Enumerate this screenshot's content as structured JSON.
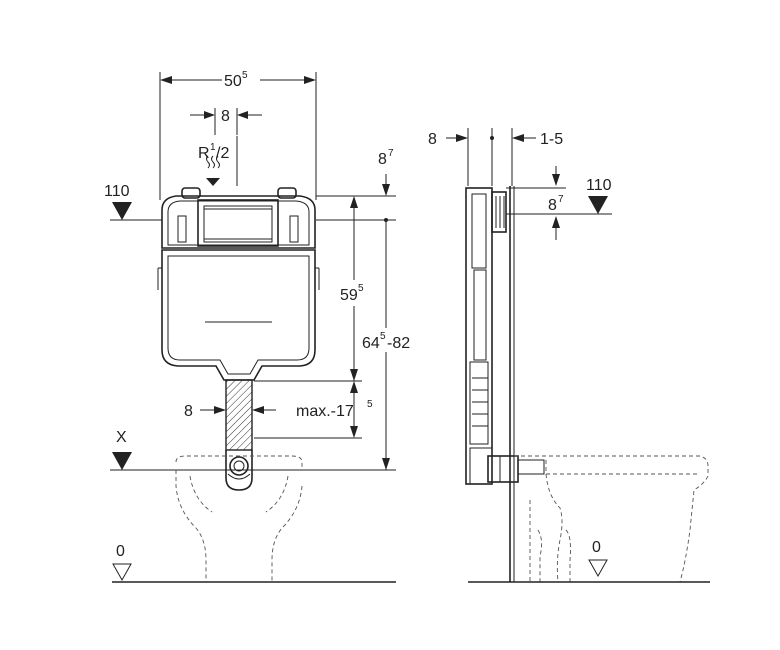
{
  "front_view": {
    "width_label": "50",
    "width_sup": "5",
    "inlet_offset_label": "8",
    "inlet_label": "R",
    "inlet_sup": "1",
    "inlet_sub": "/2",
    "level_110": "110",
    "top_gap_label": "8",
    "top_gap_sup": "7",
    "height_label": "59",
    "height_sup": "5",
    "total_height_label": "64",
    "total_height_sup": "5",
    "total_height_suffix": "-82",
    "pipe_offset_label": "8",
    "pipe_max_label": "max.-17",
    "pipe_max_sup": "5",
    "level_x": "X",
    "floor_level": "0"
  },
  "side_view": {
    "wall_offset_label": "8",
    "wall_range_label": "1-5",
    "level_110": "110",
    "top_gap_label": "8",
    "top_gap_sup": "7",
    "floor_level": "0"
  }
}
